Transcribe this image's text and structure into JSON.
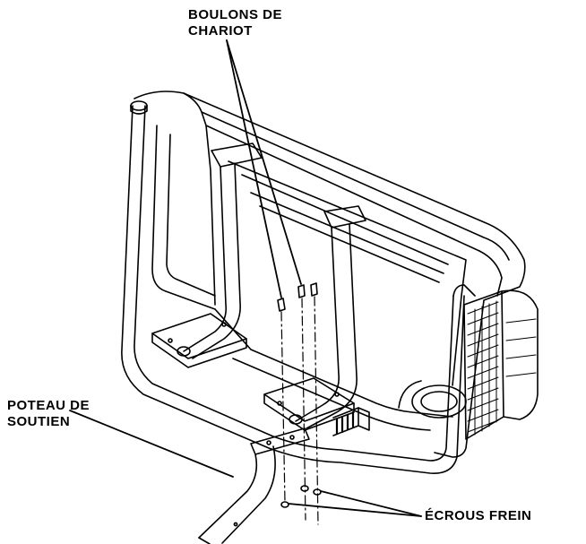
{
  "labels": {
    "carriage_bolts": {
      "line1": "BOULONS DE",
      "line2": "CHARIOT"
    },
    "support_post": {
      "line1": "POTEAU DE",
      "line2": "SOUTIEN"
    },
    "lock_nuts": "ÉCROUS FREIN"
  },
  "colors": {
    "ink": "#000000",
    "paper": "#ffffff"
  }
}
